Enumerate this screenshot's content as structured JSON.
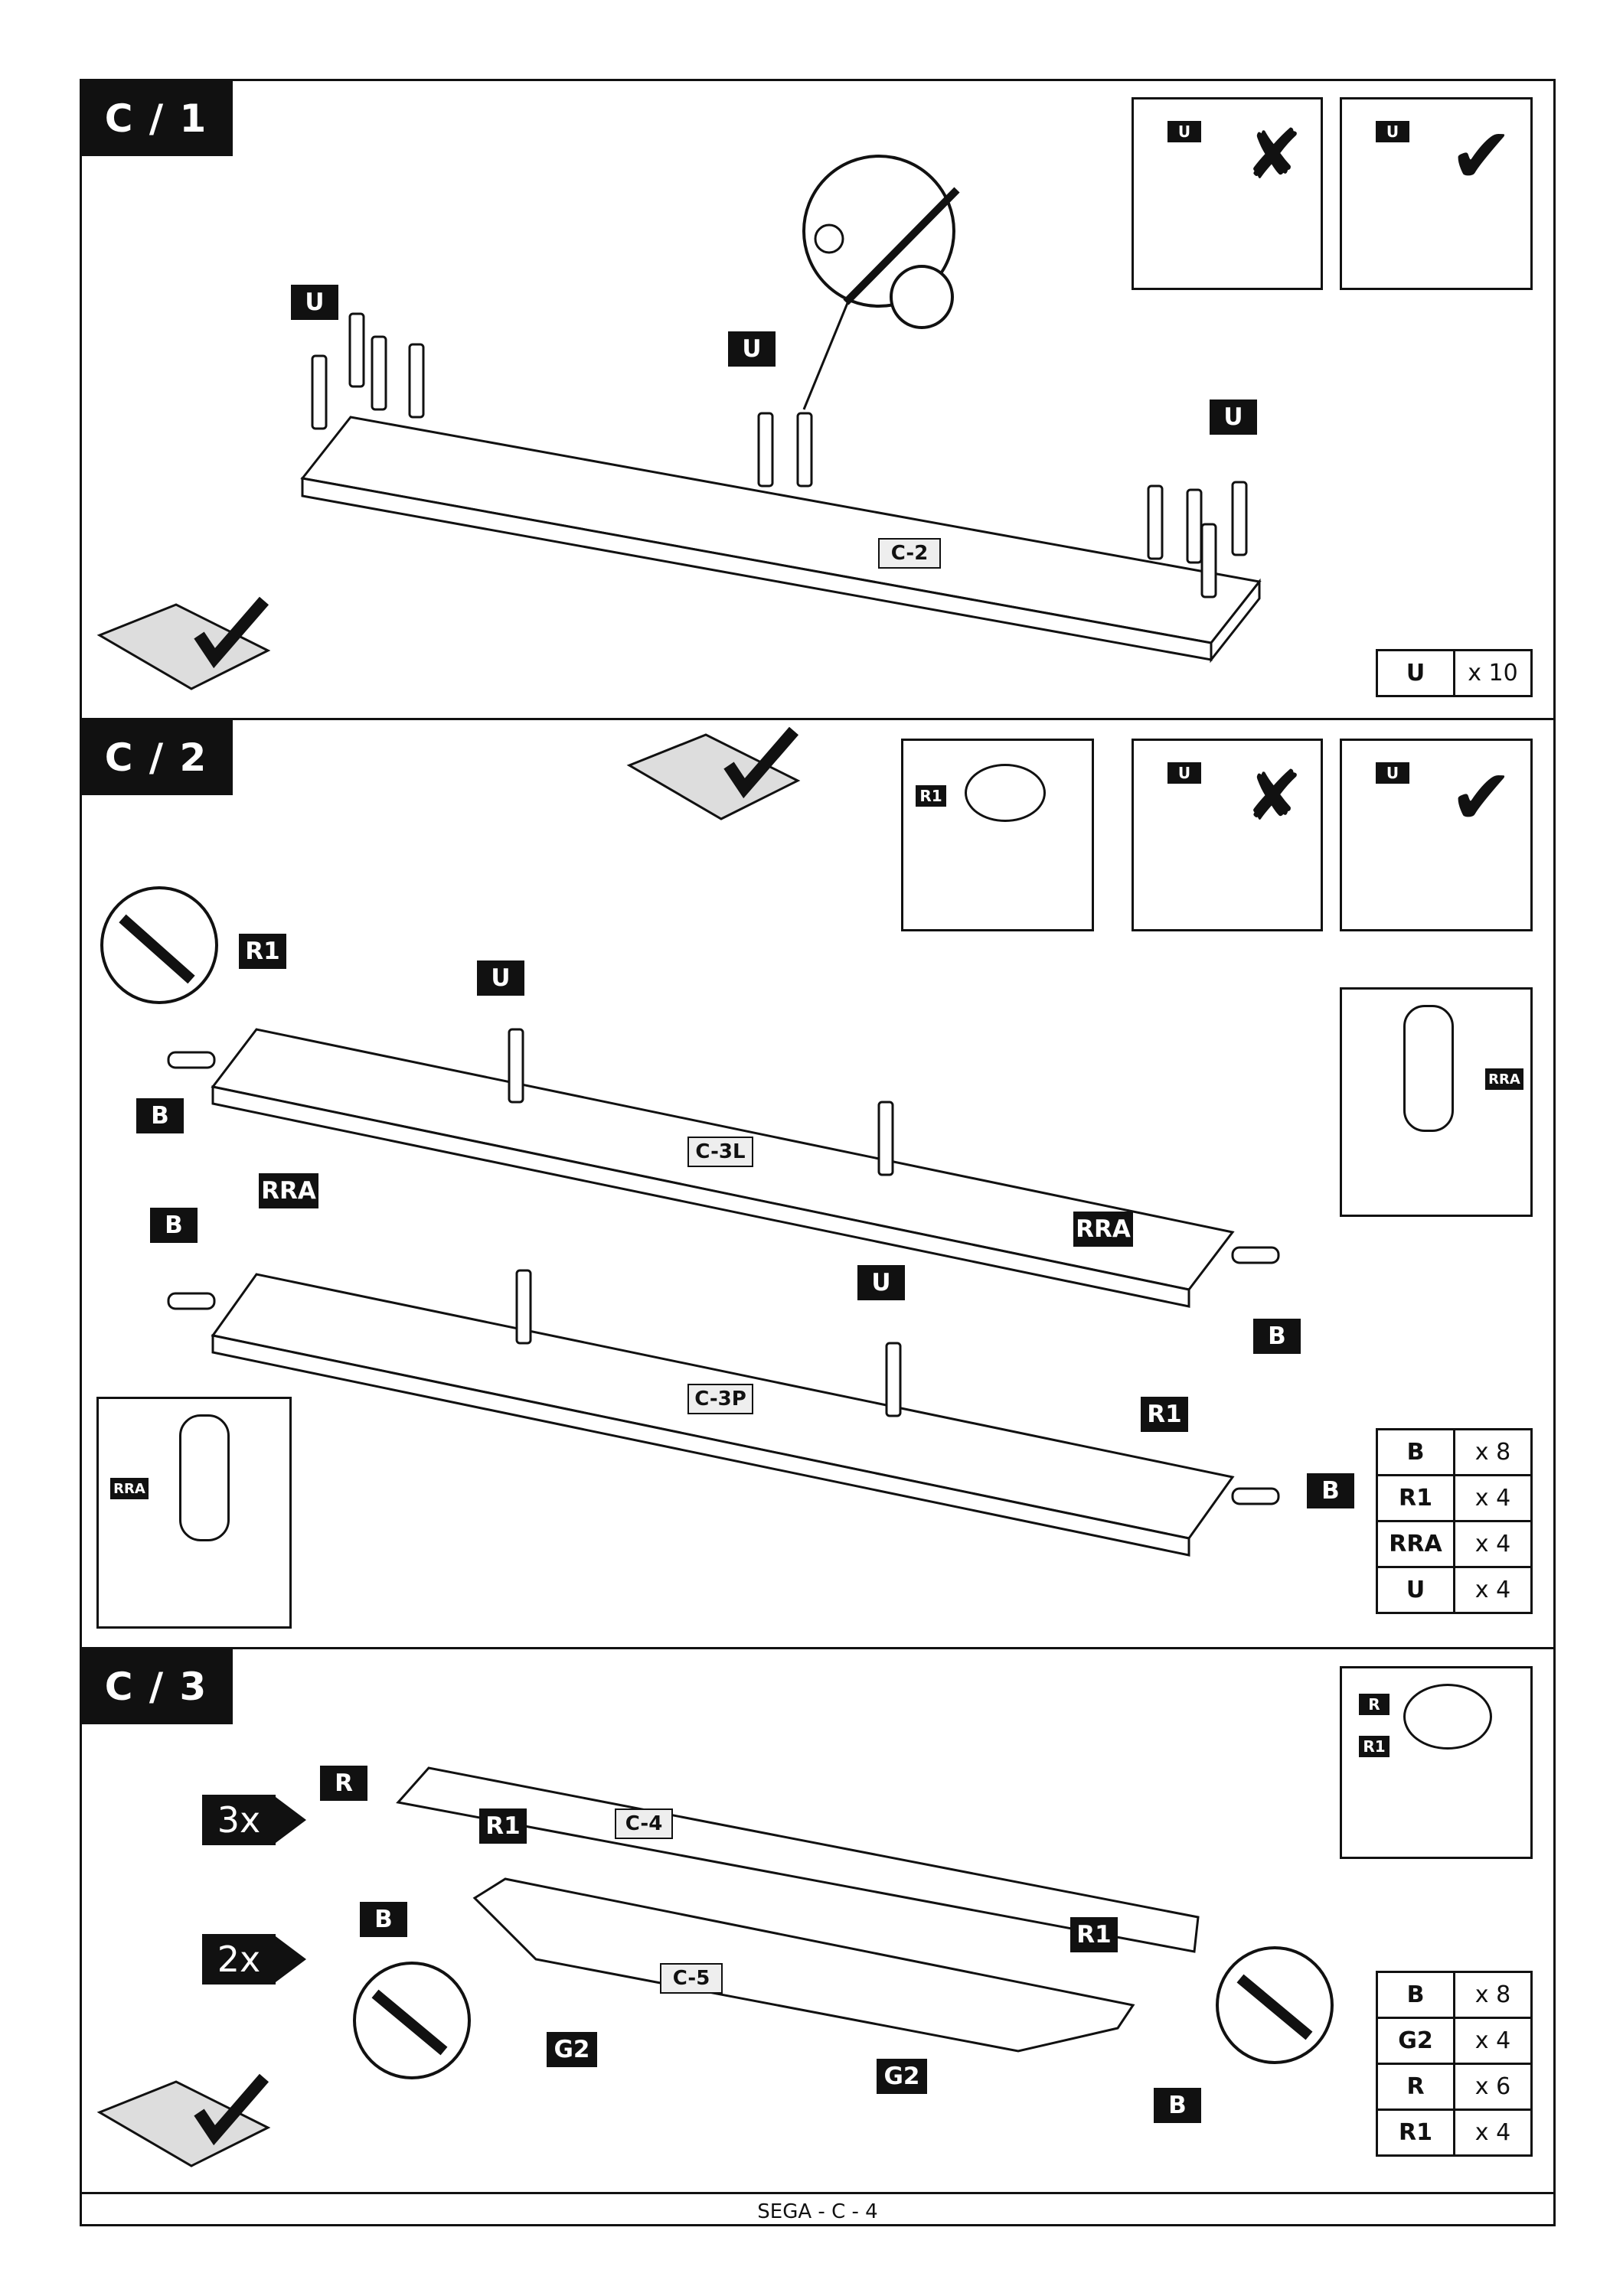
{
  "steps": [
    {
      "label": "C / 1",
      "panels": [
        "C-2"
      ],
      "tags": [
        "U",
        "U",
        "U"
      ],
      "detail_tags": [
        "U",
        "U"
      ],
      "quantities": [
        {
          "code": "U",
          "count": "x 10"
        }
      ]
    },
    {
      "label": "C / 2",
      "panels": [
        "C-3L",
        "C-3P"
      ],
      "tags": [
        "R1",
        "U",
        "B",
        "RRA",
        "B",
        "RRA",
        "U",
        "B",
        "R1",
        "B"
      ],
      "detail_tags": [
        "R1",
        "U",
        "U",
        "RRA",
        "RRA"
      ],
      "quantities": [
        {
          "code": "B",
          "count": "x 8"
        },
        {
          "code": "R1",
          "count": "x 4"
        },
        {
          "code": "RRA",
          "count": "x 4"
        },
        {
          "code": "U",
          "count": "x 4"
        }
      ]
    },
    {
      "label": "C / 3",
      "panels": [
        "C-4",
        "C-5"
      ],
      "tags": [
        "R",
        "R1",
        "B",
        "R1",
        "G2",
        "G2",
        "B"
      ],
      "detail_tags": [
        "R",
        "R1"
      ],
      "multipliers": [
        "3x",
        "2x"
      ],
      "quantities": [
        {
          "code": "B",
          "count": "x 8"
        },
        {
          "code": "G2",
          "count": "x 4"
        },
        {
          "code": "R",
          "count": "x 6"
        },
        {
          "code": "R1",
          "count": "x 4"
        }
      ]
    }
  ],
  "footer": "SEGA - C - 4"
}
